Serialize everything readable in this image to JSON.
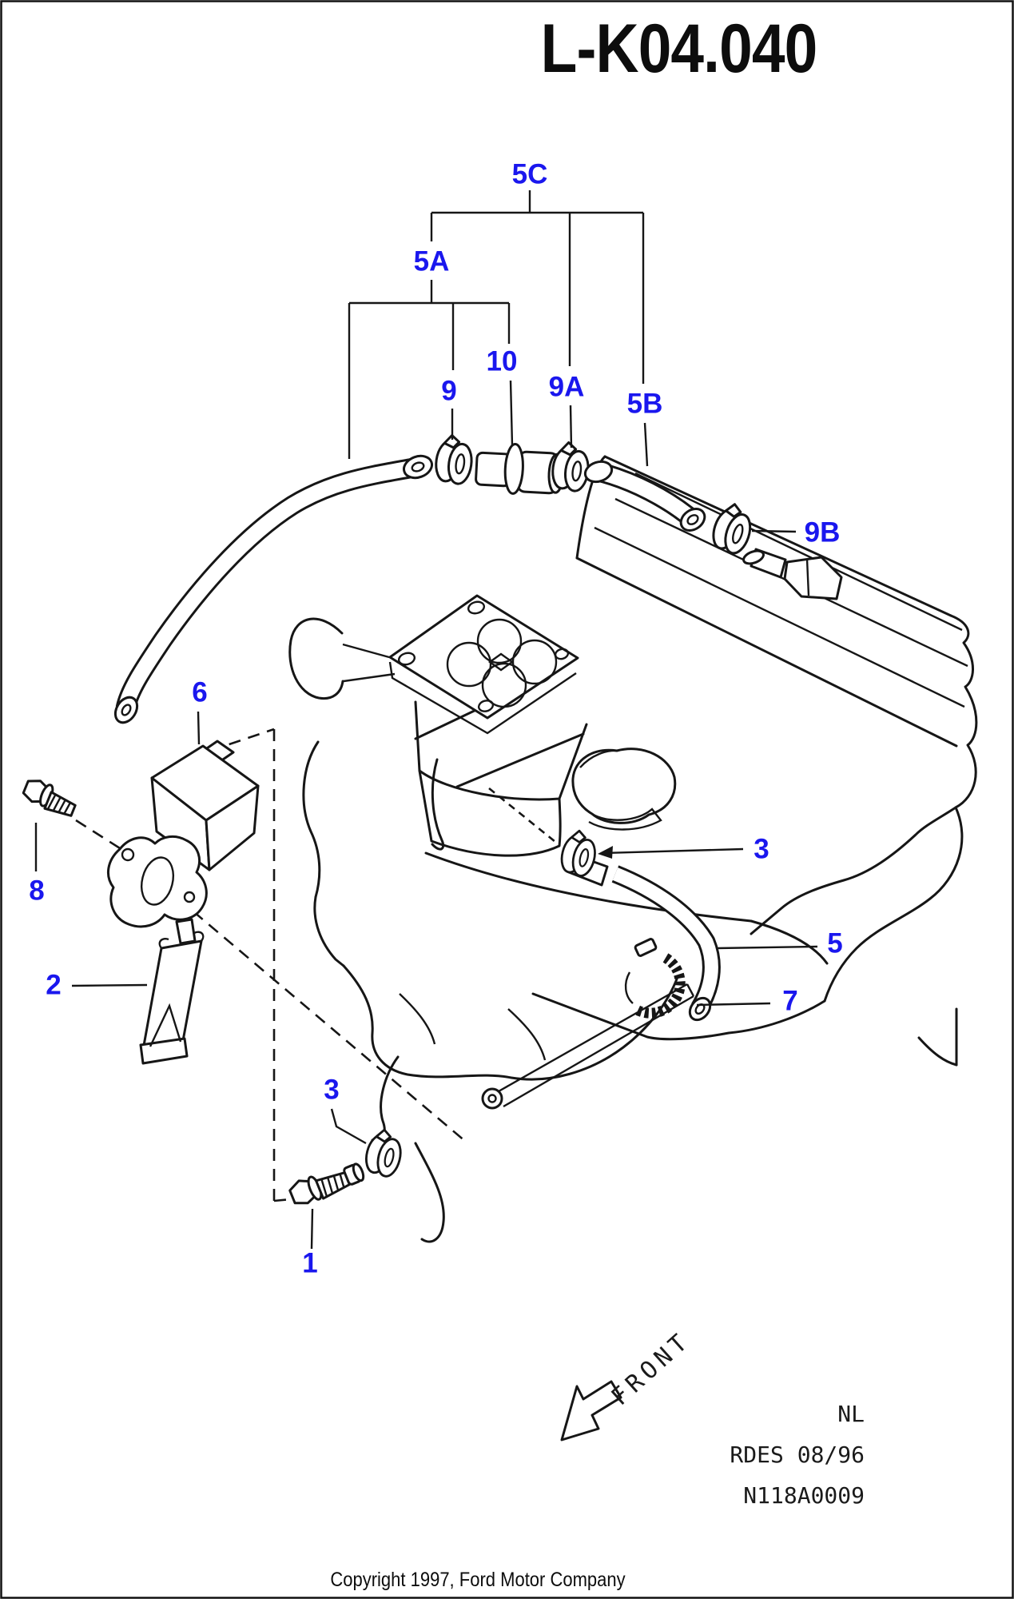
{
  "page": {
    "title": "L-K04.040",
    "copyright": "Copyright 1997, Ford Motor Company"
  },
  "colors": {
    "callout_blue": "#1a17ee",
    "ink": "#161616",
    "background": "#ffffff"
  },
  "callouts": [
    {
      "id": "5C",
      "label": "5C"
    },
    {
      "id": "5A",
      "label": "5A"
    },
    {
      "id": "9",
      "label": "9"
    },
    {
      "id": "10",
      "label": "10"
    },
    {
      "id": "9A",
      "label": "9A"
    },
    {
      "id": "5B",
      "label": "5B"
    },
    {
      "id": "9B",
      "label": "9B"
    },
    {
      "id": "6",
      "label": "6"
    },
    {
      "id": "8",
      "label": "8"
    },
    {
      "id": "2",
      "label": "2"
    },
    {
      "id": "3-upper",
      "label": "3"
    },
    {
      "id": "5",
      "label": "5"
    },
    {
      "id": "7",
      "label": "7"
    },
    {
      "id": "3-lower",
      "label": "3"
    },
    {
      "id": "1",
      "label": "1"
    }
  ],
  "annotations": {
    "front": "FRONT"
  },
  "legend": {
    "region": "NL",
    "revision": "RDES 08/96",
    "drawing_number": "N118A0009"
  }
}
